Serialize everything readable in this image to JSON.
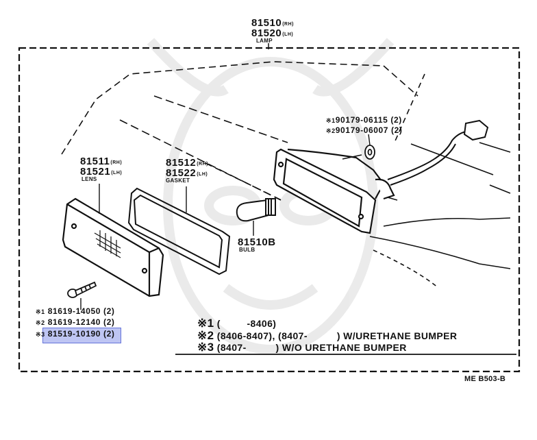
{
  "lamp": {
    "no_rh": "81510",
    "suf_rh": "(RH)",
    "no_lh": "81520",
    "suf_lh": "(LH)",
    "caption": "LAMP"
  },
  "lens": {
    "no_rh": "81511",
    "suf_rh": "(RH)",
    "no_lh": "81521",
    "suf_lh": "(LH)",
    "caption": "LENS"
  },
  "gasket": {
    "no_rh": "81512",
    "suf_rh": "(RH)",
    "no_lh": "81522",
    "suf_lh": "(LH)",
    "caption": "GASKET"
  },
  "bulb": {
    "no": "81510B",
    "caption": "BULB"
  },
  "nuts": [
    {
      "mark": "※1",
      "part": "90179-06115",
      "qty": "(2)"
    },
    {
      "mark": "※2",
      "part": "90179-06007",
      "qty": "(2)"
    }
  ],
  "screws": [
    {
      "mark": "※1",
      "part": "81619-14050",
      "qty": "(2)"
    },
    {
      "mark": "※2",
      "part": "81619-12140",
      "qty": "(2)"
    },
    {
      "mark": "※3",
      "part": "81519-10190",
      "qty": "(2)"
    }
  ],
  "notes": [
    {
      "mark": "※1",
      "text": "(         -8406)"
    },
    {
      "mark": "※2",
      "text": "(8406-8407), (8407-          ) W/URETHANE BUMPER"
    },
    {
      "mark": "※3",
      "text": "(8407-          ) W/O URETHANE BUMPER"
    }
  ],
  "figure_code": "ME B503-B",
  "colors": {
    "ink": "#111111",
    "highlight": "#5a6ee0"
  }
}
